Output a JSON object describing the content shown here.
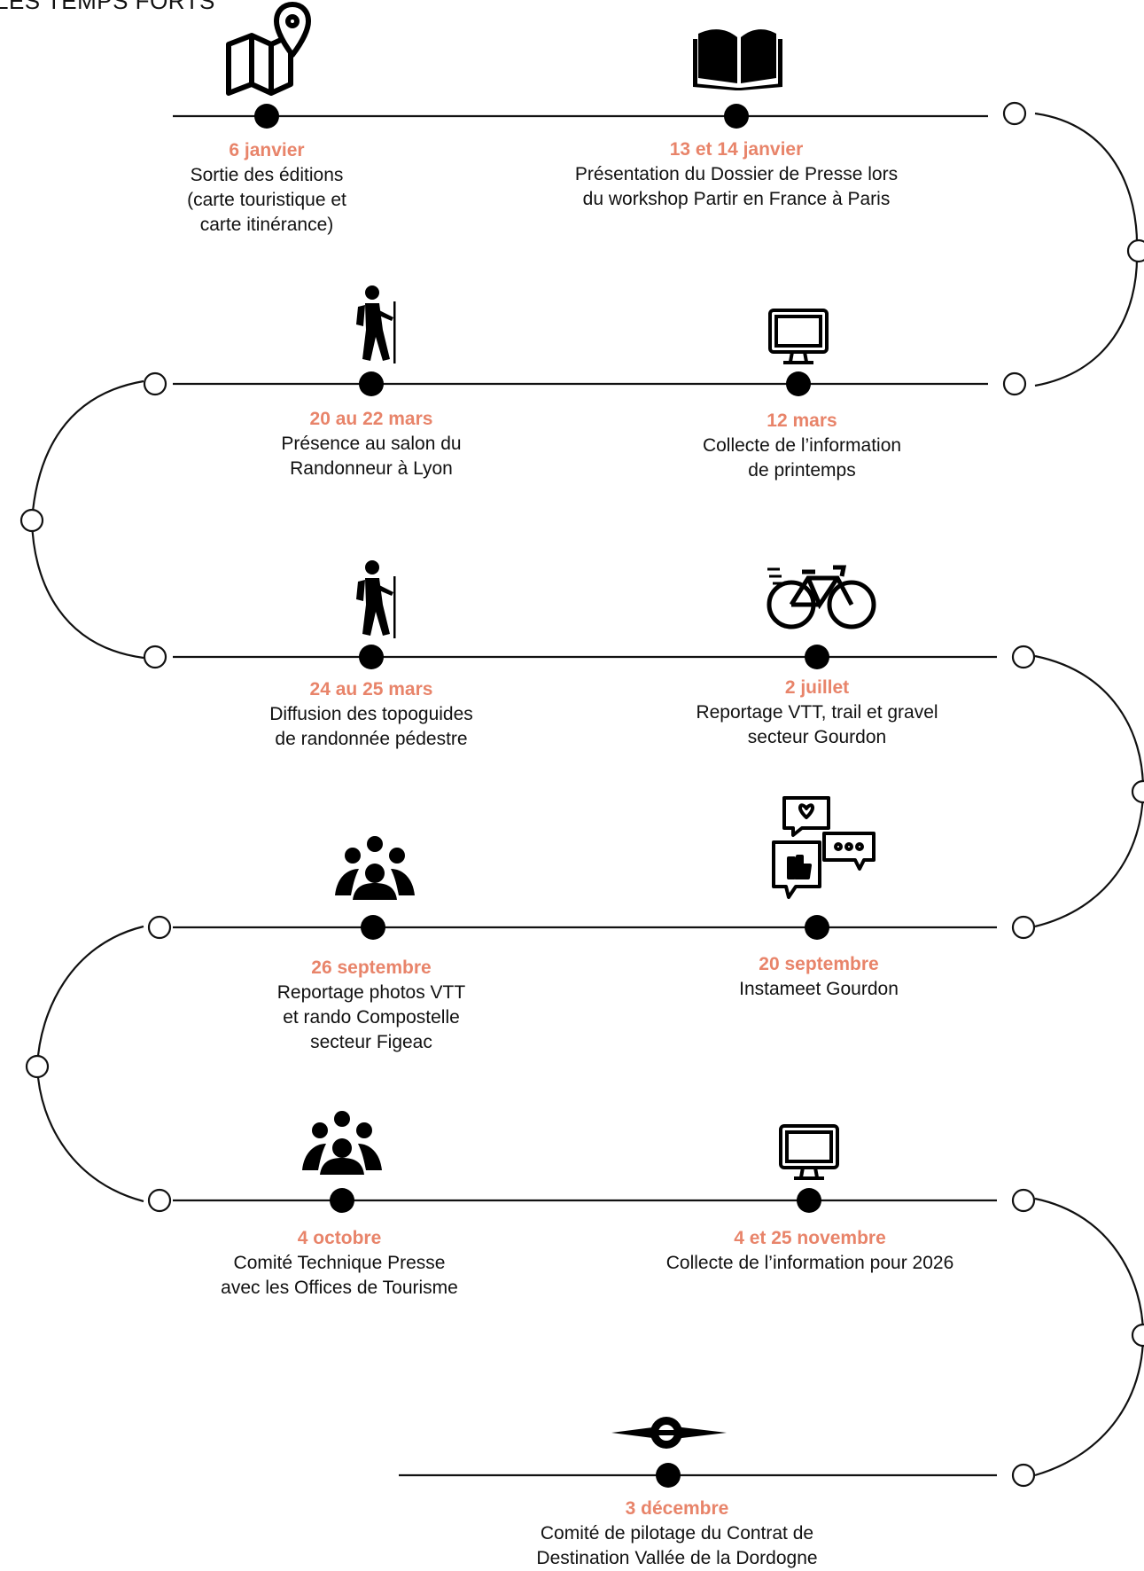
{
  "title": "LES TEMPS FORTS",
  "accent_color": "#E8846A",
  "events": [
    {
      "icon": "map-pin-icon",
      "date": "6 janvier",
      "lines": [
        "Sortie des éditions",
        "(carte touristique et",
        "carte itinérance)"
      ]
    },
    {
      "icon": "open-book-icon",
      "date": "13 et 14 janvier",
      "lines": [
        "Présentation du Dossier de Presse lors",
        "du workshop Partir en France à Paris"
      ]
    },
    {
      "icon": "hiker-icon",
      "date": "20 au 22 mars",
      "lines": [
        "Présence au salon du",
        "Randonneur à Lyon"
      ]
    },
    {
      "icon": "monitor-icon",
      "date": "12 mars",
      "lines": [
        "Collecte de l’information",
        "de printemps"
      ]
    },
    {
      "icon": "hiker-icon",
      "date": "24 au 25 mars",
      "lines": [
        "Diffusion des topoguides",
        "de randonnée pédestre"
      ]
    },
    {
      "icon": "bicycle-icon",
      "date": "2 juillet",
      "lines": [
        "Reportage VTT, trail et gravel",
        "secteur Gourdon"
      ]
    },
    {
      "icon": "group-icon",
      "date": "26 septembre",
      "lines": [
        "Reportage photos VTT",
        "et rando Compostelle",
        "secteur Figeac"
      ]
    },
    {
      "icon": "social-chat-icon",
      "date": "20 septembre",
      "lines": [
        "Instameet Gourdon"
      ]
    },
    {
      "icon": "group-icon",
      "date": "4 octobre",
      "lines": [
        "Comité Technique Presse",
        "avec les Offices de Tourisme"
      ]
    },
    {
      "icon": "monitor-icon",
      "date": "4 et 25 novembre",
      "lines": [
        "Collecte de l’information pour 2026"
      ]
    },
    {
      "icon": "compass-rose-icon",
      "date": "3 décembre",
      "lines": [
        "Comité de pilotage du Contrat de",
        "Destination Vallée de la Dordogne"
      ]
    }
  ]
}
